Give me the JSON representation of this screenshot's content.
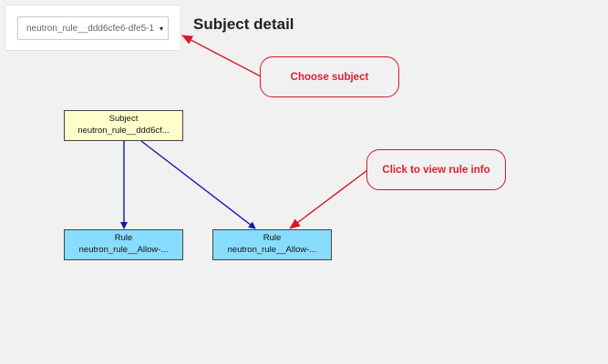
{
  "subject_select": {
    "value": "neutron_rule__ddd6cfe6-dfe5-1",
    "arrow": "▾"
  },
  "page_title": "Subject detail",
  "graph": {
    "subject_node": {
      "type": "Subject",
      "name": "neutron_rule__ddd6cf..."
    },
    "rule_nodes": [
      {
        "type": "Rule",
        "name": "neutron_rule__Allow-..."
      },
      {
        "type": "Rule",
        "name": "neutron_rule__Allow-..."
      }
    ],
    "edge_color": "#1414b4"
  },
  "annotations": {
    "choose_subject": "Choose subject",
    "view_rule_info": "Click to view rule info",
    "color": "#d9182b"
  }
}
